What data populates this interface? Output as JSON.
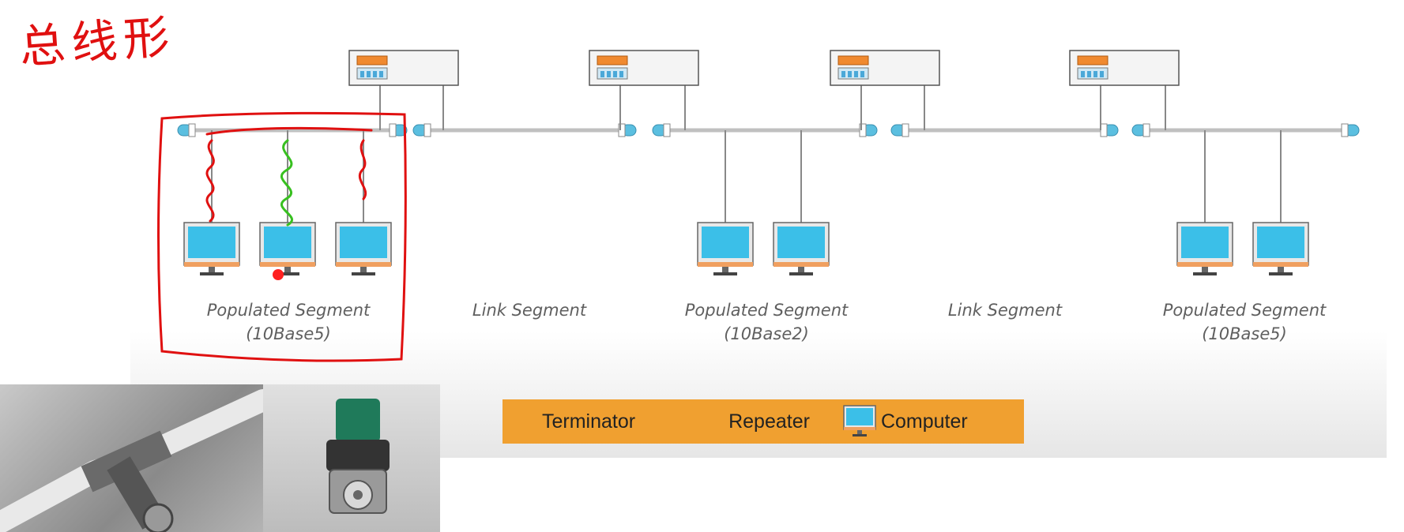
{
  "annotation": {
    "handwritten_title": "总线形"
  },
  "segments": [
    {
      "line1": "Populated Segment",
      "line2": "(10Base5)"
    },
    {
      "line1": "Link Segment",
      "line2": ""
    },
    {
      "line1": "Populated Segment",
      "line2": "(10Base2)"
    },
    {
      "line1": "Link Segment",
      "line2": ""
    },
    {
      "line1": "Populated Segment",
      "line2": "(10Base5)"
    }
  ],
  "legend": {
    "terminator": "Terminator",
    "repeater": "Repeater",
    "computer": "Computer"
  },
  "colors": {
    "cable": "#c0c0c0",
    "terminator": "#5bbfe0",
    "repeater_body": "#f2f2f2",
    "repeater_panel": "#f08a30",
    "screen": "#3bbfe8",
    "monitor_base": "#f0a060",
    "legend_bg": "#f0a030",
    "annotation_red": "#e01010",
    "annotation_green": "#38c020"
  },
  "photos": [
    {
      "icon": "bnc-t-connector-photo"
    },
    {
      "icon": "bnc-terminator-photo"
    }
  ]
}
